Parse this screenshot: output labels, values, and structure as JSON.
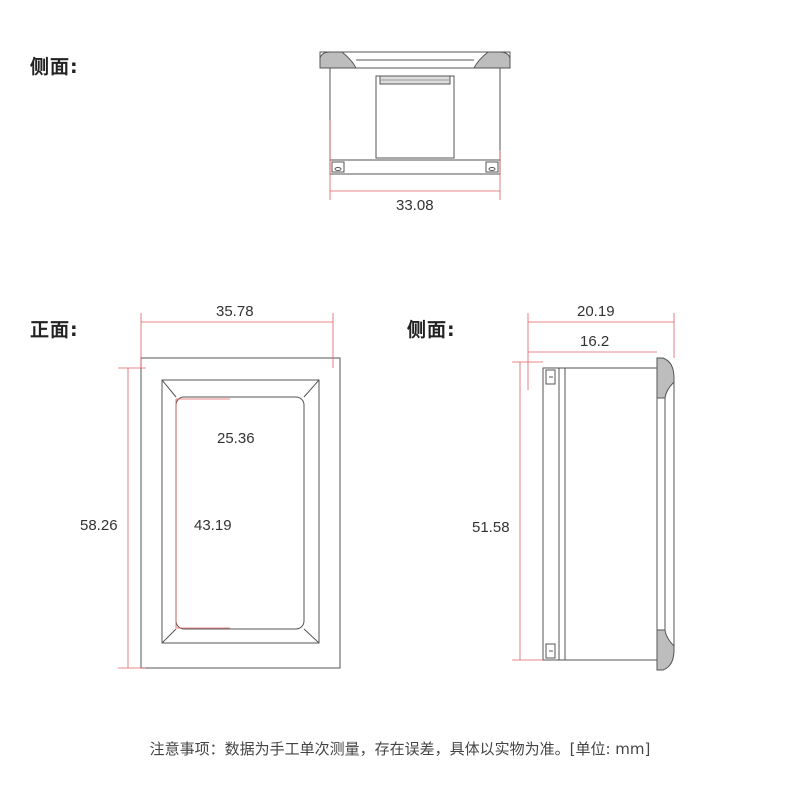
{
  "views": {
    "top_side": {
      "label": "侧面:",
      "width_dim": "33.08"
    },
    "front": {
      "label": "正面:",
      "width_dim": "35.78",
      "inner_width_dim": "25.36",
      "height_dim": "58.26",
      "inner_height_dim": "43.19"
    },
    "right_side": {
      "label": "侧面:",
      "depth_dim": "20.19",
      "inner_depth_dim": "16.2",
      "height_dim": "51.58"
    }
  },
  "note": "注意事项：数据为手工单次测量，存在误差，具体以实物为准。[单位: mm]",
  "colors": {
    "dimension_line": "#e06060",
    "outline": "#555555",
    "fill_gray": "#bdbdbd"
  }
}
